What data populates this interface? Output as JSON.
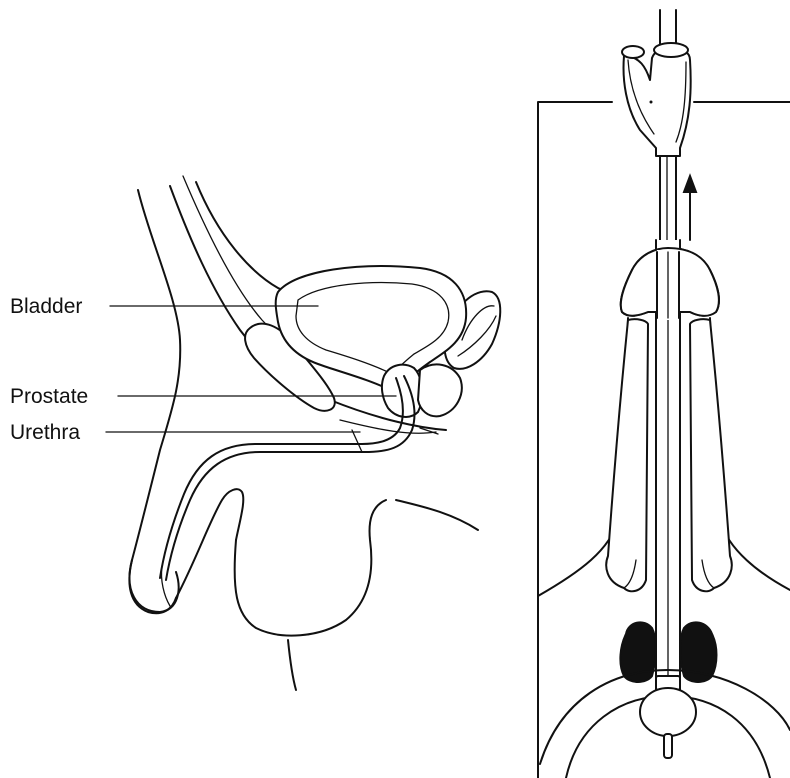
{
  "labels": {
    "bladder": "Bladder",
    "prostate": "Prostate",
    "urethra": "Urethra"
  },
  "colors": {
    "line": "#111111",
    "background": "#ffffff"
  }
}
